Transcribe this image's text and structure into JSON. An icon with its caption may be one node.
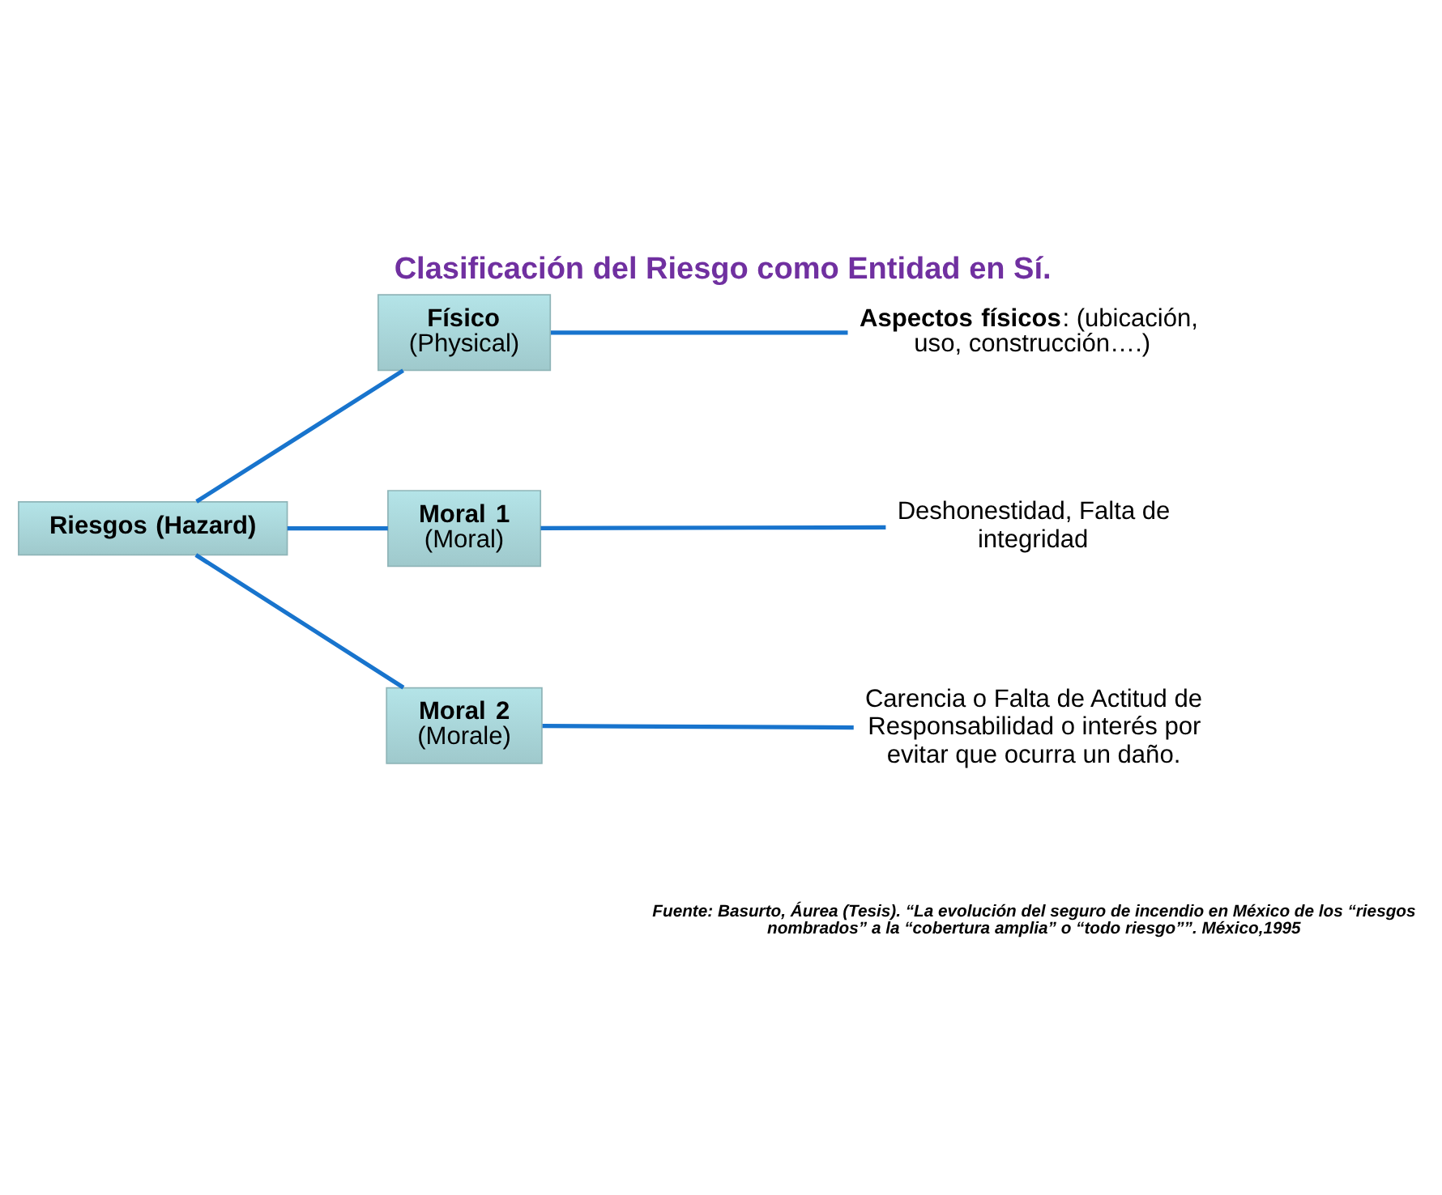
{
  "diagram": {
    "title": "Clasificación del Riesgo como Entidad en Sí.",
    "caption": "Fuente: Basurto, Áurea (Tesis). “La evolución del seguro de incendio en México de los “riesgos nombrados” a  la “cobertura amplia” o “todo riesgo””. México,1995",
    "nodes": [
      {
        "text": [
          "Riesgos (Hazard)"
        ]
      },
      {
        "text": [
          "Físico",
          "(Physical)"
        ]
      },
      {
        "text": [
          "Moral 1",
          "(Moral)"
        ]
      },
      {
        "text": [
          "Moral 2",
          "(Morale)"
        ]
      },
      {
        "text": [
          "**Aspectos físicos**: (ubicación, uso, construcción….)"
        ]
      },
      {
        "text": [
          "Deshonestidad, Falta de integridad"
        ]
      },
      {
        "text": [
          "Carencia o Falta de Actitud de Responsabilidad o interés por evitar que ocurra un daño."
        ]
      }
    ],
    "edges": [
      {
        "from": 0,
        "to": 1,
        "arrow": "none"
      },
      {
        "from": 0,
        "to": 2,
        "arrow": "none"
      },
      {
        "from": 0,
        "to": 3,
        "arrow": "none"
      },
      {
        "from": 1,
        "to": 4,
        "arrow": "none"
      },
      {
        "from": 2,
        "to": 5,
        "arrow": "none"
      },
      {
        "from": 3,
        "to": 6,
        "arrow": "none"
      }
    ]
  }
}
